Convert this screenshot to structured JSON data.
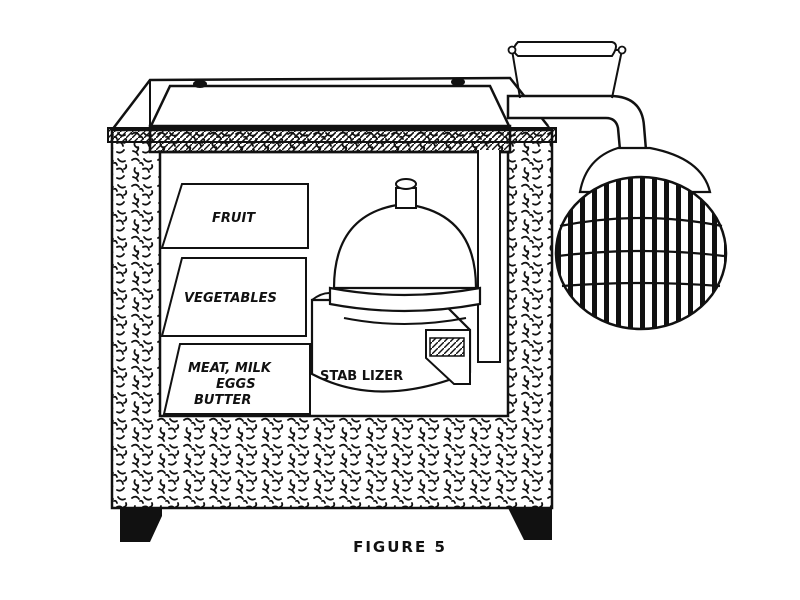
{
  "labels": {
    "fruit": "FRUIT",
    "vegetables": "VEGETABLES",
    "meat_line1": "MEAT, MILK",
    "meat_line2": "EGGS",
    "meat_line3": "BUTTER",
    "stabilizer": "STAB LIZER"
  },
  "caption": "FIGURE 5",
  "colors": {
    "ink": "#111111",
    "paper": "#ffffff"
  }
}
